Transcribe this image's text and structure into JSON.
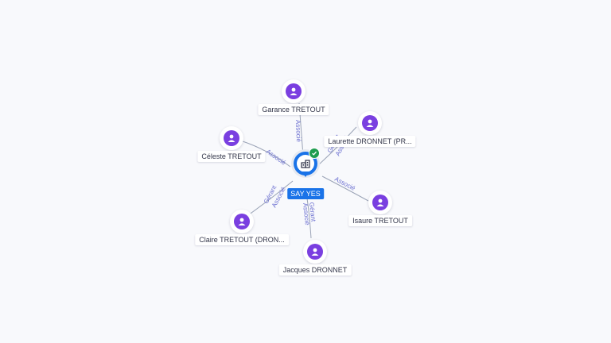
{
  "company": {
    "name": "SAY YES",
    "icon": "building-icon",
    "status_icon": "check-icon"
  },
  "people": [
    {
      "name": "Garance TRETOUT",
      "icon": "person-icon",
      "roles": [
        "Associé"
      ]
    },
    {
      "name": "Laurette DRONNET (PR...",
      "icon": "person-icon",
      "roles": [
        "Gérant",
        "Associé"
      ]
    },
    {
      "name": "Céleste TRETOUT",
      "icon": "person-icon",
      "roles": [
        "Associé"
      ]
    },
    {
      "name": "Isaure TRETOUT",
      "icon": "person-icon",
      "roles": [
        "Associé"
      ]
    },
    {
      "name": "Claire TRETOUT (DRON...",
      "icon": "person-icon",
      "roles": [
        "Gérant",
        "Associé"
      ]
    },
    {
      "name": "Jacques DRONNET",
      "icon": "person-icon",
      "roles": [
        "Gérant",
        "Associé"
      ]
    }
  ],
  "colors": {
    "company": "#1a73e8",
    "person": "#7a3fe0",
    "edge_label": "#6b6fd0",
    "verified": "#1e9c4f"
  }
}
